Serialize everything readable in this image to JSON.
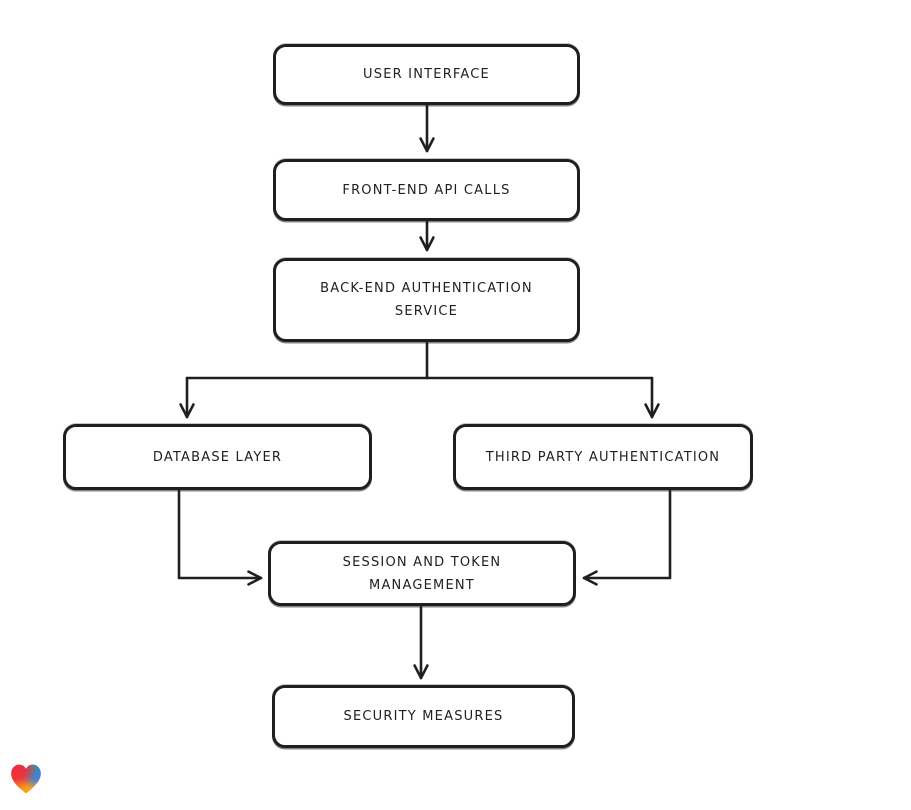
{
  "diagram": {
    "type": "flowchart",
    "background": "#ffffff",
    "colors": {
      "node_fill": "#ffffff",
      "node_stroke": "#1f1f1f",
      "edge_stroke": "#1f1f1f",
      "text": "#1f1f1f"
    },
    "nodes": [
      {
        "id": "user-interface",
        "label": "USER INTERFACE",
        "lines": [
          "USER INTERFACE"
        ]
      },
      {
        "id": "front-end-api-calls",
        "label": "FRONT-END API CALLS",
        "lines": [
          "FRONT-END API CALLS"
        ]
      },
      {
        "id": "back-end-authentication-service",
        "label": "BACK-END AUTHENTICATION SERVICE",
        "lines": [
          "BACK-END AUTHENTICATION",
          "SERVICE"
        ]
      },
      {
        "id": "database-layer",
        "label": "DATABASE LAYER",
        "lines": [
          "DATABASE LAYER"
        ]
      },
      {
        "id": "third-party-authentication",
        "label": "THIRD PARTY AUTHENTICATION",
        "lines": [
          "THIRD PARTY AUTHENTICATION"
        ]
      },
      {
        "id": "session-and-token-management",
        "label": "SESSION AND TOKEN MANAGEMENT",
        "lines": [
          "SESSION AND TOKEN",
          "MANAGEMENT"
        ]
      },
      {
        "id": "security-measures",
        "label": "SECURITY MEASURES",
        "lines": [
          "SECURITY MEASURES"
        ]
      }
    ],
    "edges": [
      {
        "from": "USER INTERFACE",
        "to": "FRONT-END API CALLS"
      },
      {
        "from": "FRONT-END API CALLS",
        "to": "BACK-END AUTHENTICATION SERVICE"
      },
      {
        "from": "BACK-END AUTHENTICATION SERVICE",
        "to": "DATABASE LAYER"
      },
      {
        "from": "BACK-END AUTHENTICATION SERVICE",
        "to": "THIRD PARTY AUTHENTICATION"
      },
      {
        "from": "DATABASE LAYER",
        "to": "SESSION AND TOKEN MANAGEMENT"
      },
      {
        "from": "THIRD PARTY AUTHENTICATION",
        "to": "SESSION AND TOKEN MANAGEMENT"
      },
      {
        "from": "SESSION AND TOKEN MANAGEMENT",
        "to": "SECURITY MEASURES"
      }
    ]
  },
  "logo": {
    "name": "gradient-heart-logo",
    "colors": {
      "red": "#ee2b3e",
      "green": "#35a96c",
      "blue": "#2d7ff0",
      "orange": "#f79e1b"
    }
  }
}
